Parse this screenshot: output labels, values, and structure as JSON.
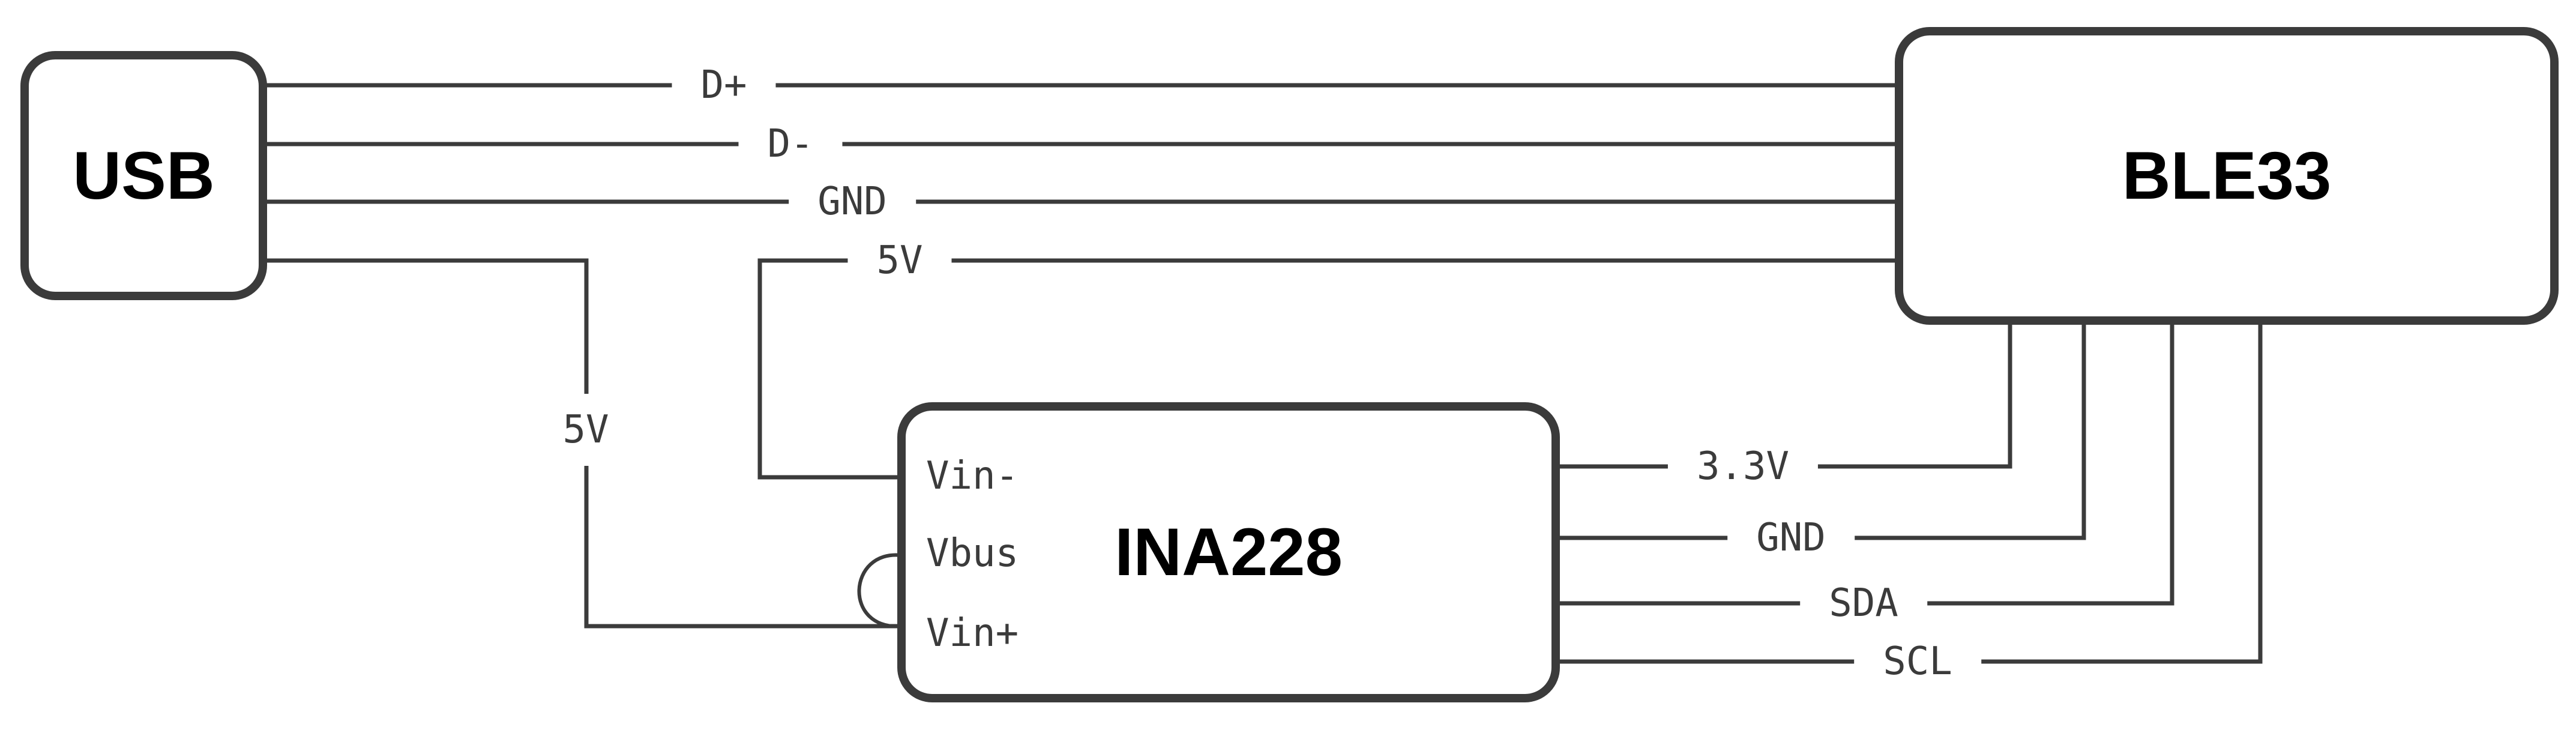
{
  "colors": {
    "background": "#ffffff",
    "stroke": "#3b3b3b",
    "box_title": "#000000",
    "wire_label": "#3b3b3b"
  },
  "boxes": {
    "usb": {
      "title": "USB"
    },
    "ble33": {
      "title": "BLE33"
    },
    "ina228": {
      "title": "INA228",
      "pins": {
        "top": "Vin-",
        "middle": "Vbus",
        "bottom": "Vin+"
      }
    }
  },
  "wire_labels": {
    "dplus": "D+",
    "dminus": "D-",
    "gnd_left": "GND",
    "v5_top": "5V",
    "v5_vertical": "5V",
    "v33": "3.3V",
    "gnd_right": "GND",
    "sda": "SDA",
    "scl": "SCL"
  },
  "connections": [
    {
      "label": "D+",
      "from": "USB",
      "to": "BLE33"
    },
    {
      "label": "D-",
      "from": "USB",
      "to": "BLE33"
    },
    {
      "label": "GND",
      "from": "USB",
      "to": "BLE33"
    },
    {
      "label": "5V",
      "from": "USB",
      "to": "INA228 Vin+"
    },
    {
      "label": "5V",
      "from": "BLE33",
      "to": "INA228 Vin-"
    },
    {
      "label": "3.3V",
      "from": "INA228",
      "to": "BLE33"
    },
    {
      "label": "GND",
      "from": "INA228",
      "to": "BLE33"
    },
    {
      "label": "SDA",
      "from": "INA228",
      "to": "BLE33"
    },
    {
      "label": "SCL",
      "from": "INA228",
      "to": "BLE33"
    },
    {
      "label": "",
      "from": "INA228 Vbus",
      "to": "INA228 Vin+"
    }
  ]
}
